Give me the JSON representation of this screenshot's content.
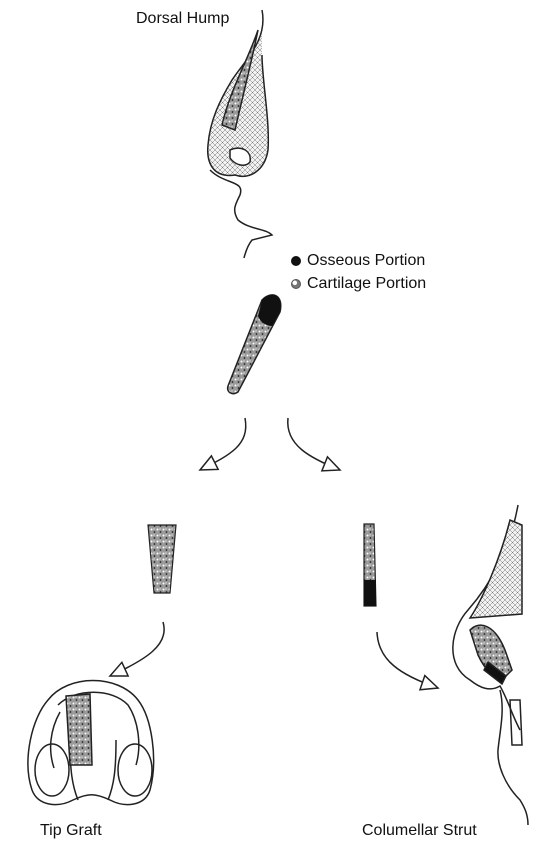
{
  "diagram": {
    "title": "Dorsal Hump",
    "legend": [
      {
        "label": "Osseous Portion",
        "icon": "solid-black-dot",
        "color": "#111111"
      },
      {
        "label": "Cartilage Portion",
        "icon": "speckled-dot",
        "color": "#777777"
      }
    ],
    "outputs": [
      {
        "label": "Tip Graft"
      },
      {
        "label": "Columellar Strut"
      }
    ]
  }
}
